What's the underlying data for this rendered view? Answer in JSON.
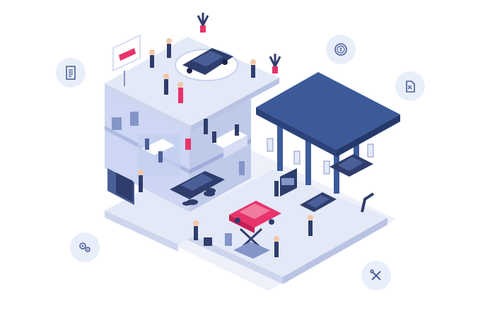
{
  "palette": {
    "floor_top": "#e4e9f7",
    "floor_side": "#ced6ee",
    "floor_shadow": "#eef1fa",
    "wall": "#cdd6f2",
    "glass": "#c2cff0",
    "navy": "#2e3d6b",
    "blue": "#4a5f97",
    "blue_light": "#8496c8",
    "canopy_top": "#3c5a99",
    "canopy_side": "#2b437a",
    "accent_red": "#e8336b",
    "skin": "#f2c6a8",
    "white": "#ffffff"
  },
  "icons": {
    "document": "document-icon",
    "coin": "coin-icon",
    "fuel_can": "fuel-can-icon",
    "gears": "gears-icon",
    "wrench": "wrench-screwdriver-icon"
  },
  "scene": {
    "zones": [
      "showroom",
      "sales-office",
      "fuel-station",
      "service-garage",
      "storage"
    ]
  }
}
